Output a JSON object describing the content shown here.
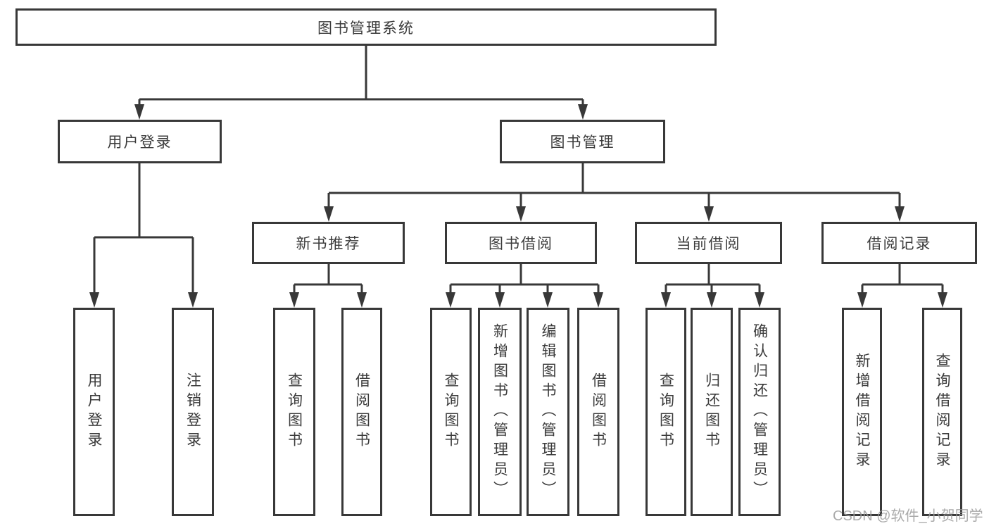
{
  "tree": {
    "root": {
      "label": "图书管理系统",
      "children": [
        {
          "label": "用户登录",
          "children": [
            {
              "label": "用户登录"
            },
            {
              "label": "注销登录"
            }
          ]
        },
        {
          "label": "图书管理",
          "children": [
            {
              "label": "新书推荐",
              "children": [
                {
                  "label": "查询图书"
                },
                {
                  "label": "借阅图书"
                }
              ]
            },
            {
              "label": "图书借阅",
              "children": [
                {
                  "label": "查询图书"
                },
                {
                  "label": "新增图书（管理员）"
                },
                {
                  "label": "编辑图书（管理员）"
                },
                {
                  "label": "借阅图书"
                }
              ]
            },
            {
              "label": "当前借阅",
              "children": [
                {
                  "label": "查询图书"
                },
                {
                  "label": "归还图书"
                },
                {
                  "label": "确认归还（管理员）"
                }
              ]
            },
            {
              "label": "借阅记录",
              "children": [
                {
                  "label": "新增借阅记录"
                },
                {
                  "label": "查询借阅记录"
                }
              ]
            }
          ]
        }
      ]
    }
  },
  "watermark": {
    "text": "CSDN @软件_小贺同学"
  },
  "colors": {
    "line": "#383838",
    "box_border": "#383838",
    "text": "#3b3b3b",
    "background": "#ffffff",
    "watermark": "#9c9c9c"
  }
}
